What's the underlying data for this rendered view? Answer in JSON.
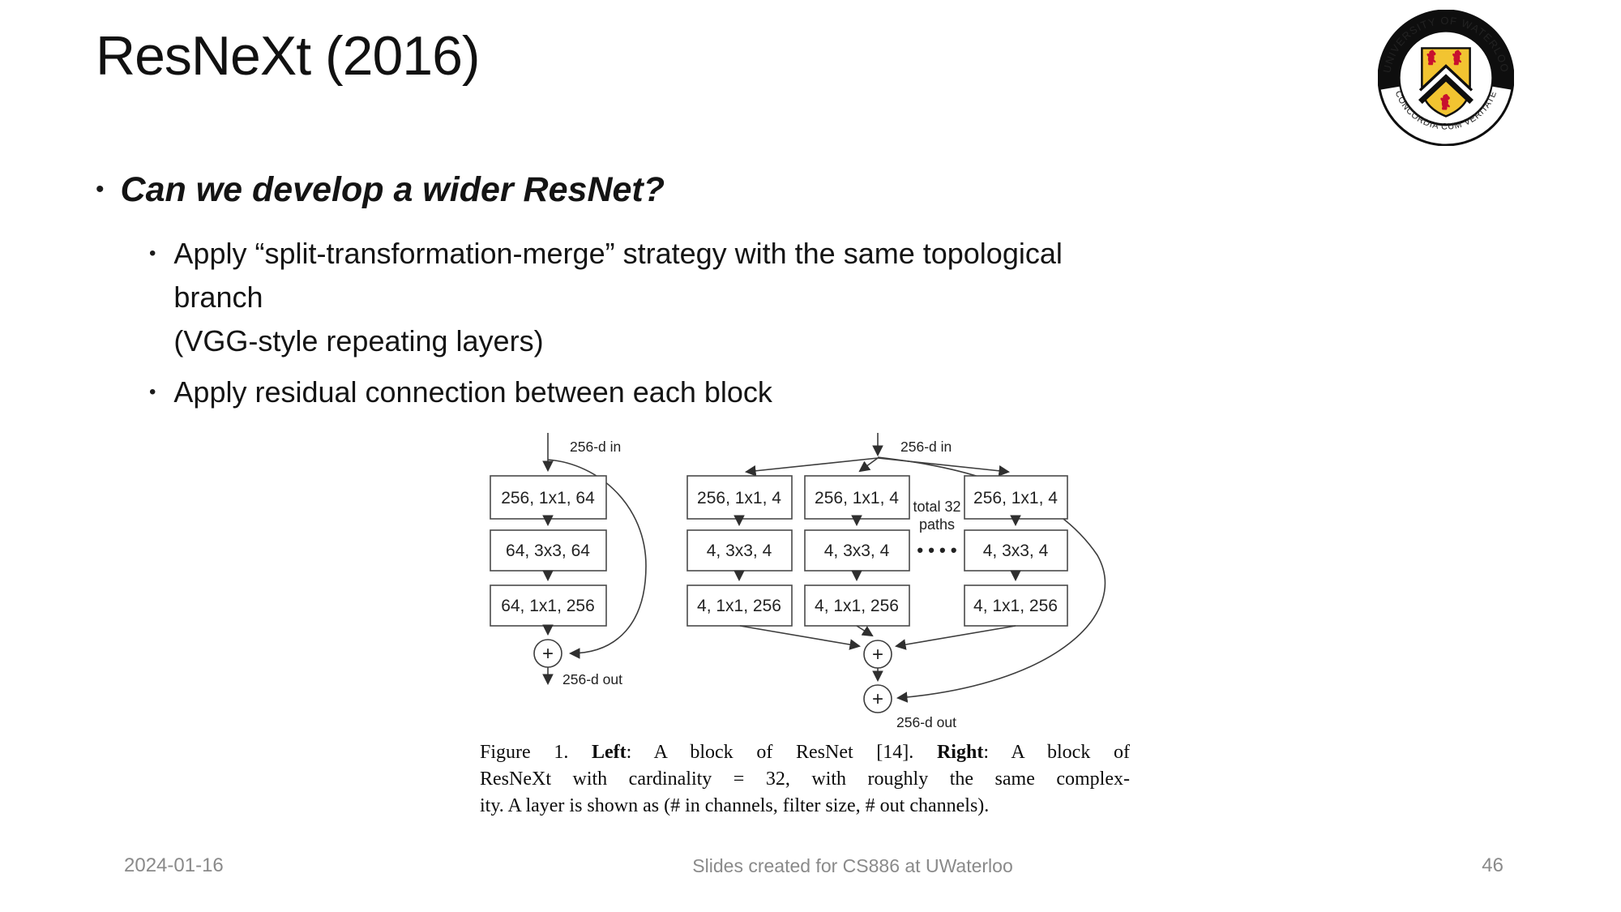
{
  "slide": {
    "title": "ResNeXt (2016)",
    "bullet_char": "•",
    "main_bullet": "Can we develop a wider ResNet?",
    "sub1_line1": "Apply “split-transformation-merge” strategy with the same topological branch",
    "sub1_line2": "(VGG-style repeating layers)",
    "sub2": "Apply residual connection between each block"
  },
  "figure": {
    "in_label": "256-d in",
    "out_label": "256-d out",
    "plus": "+",
    "paths_note_line1": "total 32",
    "paths_note_line2": "paths",
    "dots": "• • • •",
    "resnet_boxes": [
      "256, 1x1, 64",
      "64, 3x3, 64",
      "64, 1x1, 256"
    ],
    "resnext_boxes": [
      "256, 1x1, 4",
      "4, 3x3, 4",
      "4, 1x1, 256"
    ]
  },
  "caption": {
    "l1a": "Figure 1. ",
    "l1b": "Left",
    "l1c": ":  A block of ResNet [14].   ",
    "l1d": "Right",
    "l1e": ":  A block of",
    "l2": "ResNeXt with cardinality = 32, with roughly the same complex-",
    "l3": "ity. A layer is shown as (# in channels, filter size, # out channels)."
  },
  "logo": {
    "top_text": "UNIVERSITY OF WATERLOO",
    "bottom_text": "CONCORDIA CUM VERITATE",
    "gold": "#F2C431",
    "red": "#C8102E"
  },
  "footer": {
    "date": "2024-01-16",
    "center": "Slides created for CS886 at UWaterloo",
    "page": "46"
  }
}
